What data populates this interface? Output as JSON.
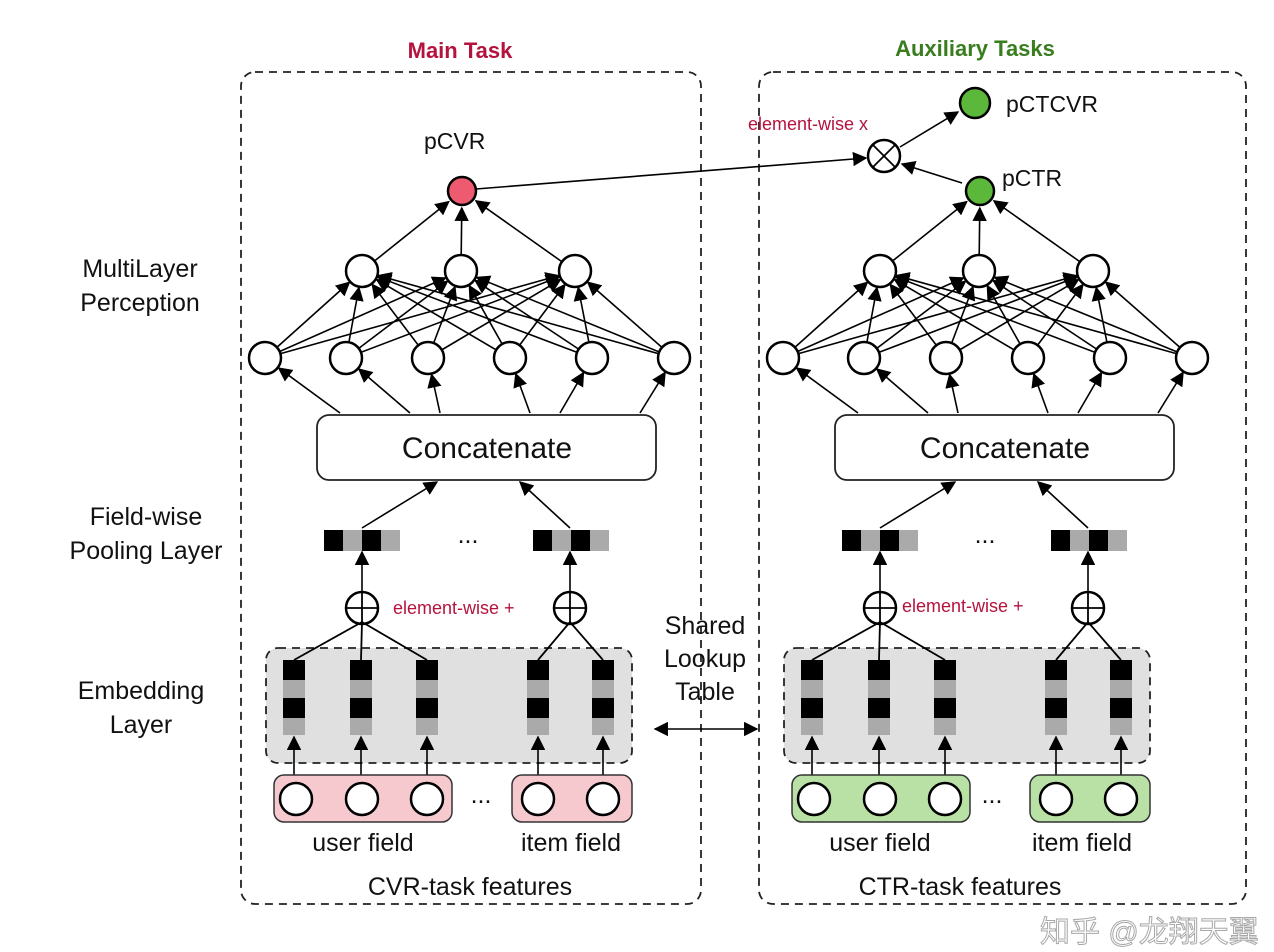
{
  "main_panel": {
    "title": "Main Task",
    "title_color": "#b5123e",
    "output_label": "pCVR",
    "output_color": "#ee5a6f",
    "concat_label": "Concatenate",
    "op_label": "element-wise +",
    "user_field": "user field",
    "item_field": "item field",
    "features_label": "CVR-task features",
    "field_color": "#f6c9cf",
    "ellipsis": "..."
  },
  "aux_panel": {
    "title": "Auxiliary Tasks",
    "title_color": "#3a7d1e",
    "output_label": "pCTR",
    "final_label": "pCTCVR",
    "output_color": "#5cb83a",
    "multiply_label": "element-wise x",
    "concat_label": "Concatenate",
    "op_label": "element-wise +",
    "user_field": "user field",
    "item_field": "item field",
    "features_label": "CTR-task features",
    "field_color": "#b9e0a5",
    "ellipsis": "..."
  },
  "layer_labels": {
    "mlp": [
      "MultiLayer",
      "Perception"
    ],
    "pooling": [
      "Field-wise",
      "Pooling Layer"
    ],
    "embedding": [
      "Embedding",
      "Layer"
    ]
  },
  "shared": [
    "Shared",
    "Lookup",
    "Table"
  ],
  "watermark": "知乎 @龙翔天翼"
}
